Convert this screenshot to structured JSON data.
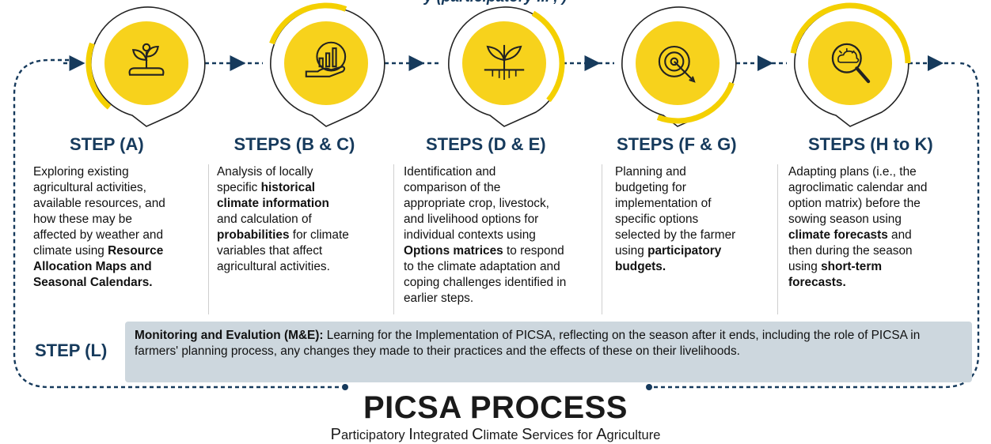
{
  "header_fragment": "y                              (participatory ...                              ,        )",
  "steps": [
    {
      "title": "STEP (A)",
      "icon": "plant-in-soil-icon",
      "desc": [
        [
          {
            "t": "Exploring existing"
          }
        ],
        [
          {
            "t": "agricultural activities,"
          }
        ],
        [
          {
            "t": "available resources, and"
          }
        ],
        [
          {
            "t": "how these may be"
          }
        ],
        [
          {
            "t": "affected by weather and"
          }
        ],
        [
          {
            "t": "climate using "
          },
          {
            "t": "Resource",
            "b": true
          }
        ],
        [
          {
            "t": "Allocation Maps and",
            "b": true
          }
        ],
        [
          {
            "t": "Seasonal Calendars.",
            "b": true
          }
        ]
      ]
    },
    {
      "title": "STEPS (B & C)",
      "icon": "hand-holding-chart-icon",
      "desc": [
        [
          {
            "t": "Analysis of locally"
          }
        ],
        [
          {
            "t": "specific "
          },
          {
            "t": "historical",
            "b": true
          }
        ],
        [
          {
            "t": "climate information",
            "b": true
          }
        ],
        [
          {
            "t": "and calculation of"
          }
        ],
        [
          {
            "t": "probabilities",
            "b": true
          },
          {
            "t": " for climate"
          }
        ],
        [
          {
            "t": "variables that affect"
          }
        ],
        [
          {
            "t": "agricultural activities."
          }
        ]
      ]
    },
    {
      "title": "STEPS (D & E)",
      "icon": "seedling-roots-icon",
      "desc": [
        [
          {
            "t": "Identification and"
          }
        ],
        [
          {
            "t": "comparison of the"
          }
        ],
        [
          {
            "t": "appropriate crop, livestock,"
          }
        ],
        [
          {
            "t": "and livelihood options for"
          }
        ],
        [
          {
            "t": "individual contexts using"
          }
        ],
        [
          {
            "t": "Options matrices",
            "b": true
          },
          {
            "t": " to respond"
          }
        ],
        [
          {
            "t": "to the climate adaptation and"
          }
        ],
        [
          {
            "t": "coping challenges identified in"
          }
        ],
        [
          {
            "t": "earlier steps."
          }
        ]
      ]
    },
    {
      "title": "STEPS (F & G)",
      "icon": "target-arrow-icon",
      "desc": [
        [
          {
            "t": "Planning and"
          }
        ],
        [
          {
            "t": "budgeting for"
          }
        ],
        [
          {
            "t": "implementation of"
          }
        ],
        [
          {
            "t": "specific options"
          }
        ],
        [
          {
            "t": "selected by the farmer"
          }
        ],
        [
          {
            "t": "using "
          },
          {
            "t": "participatory",
            "b": true
          }
        ],
        [
          {
            "t": "budgets.",
            "b": true
          }
        ]
      ]
    },
    {
      "title": "STEPS (H to K)",
      "icon": "weather-magnifier-icon",
      "desc": [
        [
          {
            "t": "Adapting plans (i.e., the"
          }
        ],
        [
          {
            "t": "agroclimatic calendar and"
          }
        ],
        [
          {
            "t": "option matrix) before the"
          }
        ],
        [
          {
            "t": "sowing season using"
          }
        ],
        [
          {
            "t": "climate forecasts",
            "b": true
          },
          {
            "t": " and"
          }
        ],
        [
          {
            "t": "then during the season"
          }
        ],
        [
          {
            "t": "using "
          },
          {
            "t": "short-term",
            "b": true
          }
        ],
        [
          {
            "t": "forecasts.",
            "b": true
          }
        ]
      ]
    }
  ],
  "step_l": {
    "title": "STEP (L)",
    "lead": "Monitoring and Evalution (M&E):",
    "text": " Learning for the Implementation of PICSA, reflecting on the season after it ends, including the role of PICSA in farmers' planning process, any changes they made to their practices and the effects of these on their livelihoods."
  },
  "process_title": "PICSA PROCESS",
  "process_subtitle": [
    {
      "t": "P",
      "big": true
    },
    {
      "t": "articipatory "
    },
    {
      "t": "I",
      "big": true
    },
    {
      "t": "ntegrated "
    },
    {
      "t": "C",
      "big": true
    },
    {
      "t": "limate "
    },
    {
      "t": "S",
      "big": true
    },
    {
      "t": "ervices for "
    },
    {
      "t": "A",
      "big": true
    },
    {
      "t": "griculture"
    }
  ],
  "colors": {
    "navy": "#163a5c",
    "yellow": "#f7d21c",
    "yellow_ring": "#f4d000",
    "box_bg": "#cdd7de"
  }
}
